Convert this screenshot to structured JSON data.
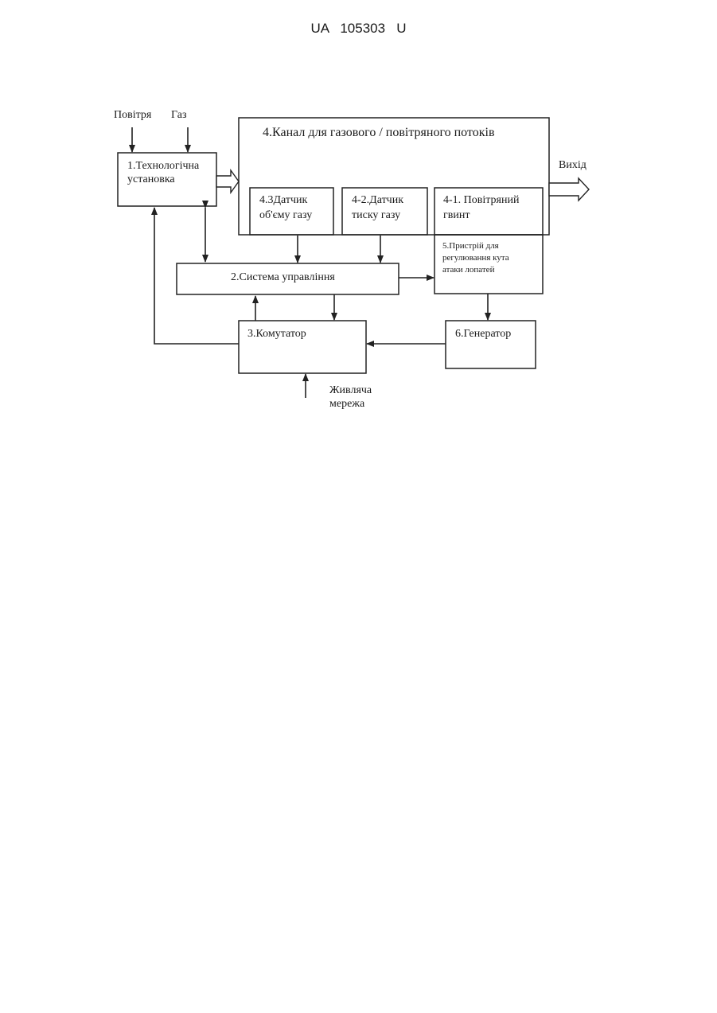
{
  "document": {
    "header": "UA   105303   U"
  },
  "diagram": {
    "inputs": {
      "air": "Повітря",
      "gas": "Газ"
    },
    "output": "Вихід",
    "power_supply": [
      "Живляча",
      "мережа"
    ],
    "blocks": {
      "tech_unit": [
        "1.Технологічна",
        "установка"
      ],
      "channel": "4.Канал для газового / повітряного потоків",
      "volume_sensor": [
        "4.3Датчик",
        "об'єму газу"
      ],
      "pressure_sensor": [
        "4-2.Датчик",
        "тиску газу"
      ],
      "propeller": [
        "4-1. Повітряний",
        "гвинт"
      ],
      "blade_device": [
        "5.Пристрій для",
        "регулювання кута",
        "атаки лопатей"
      ],
      "control_system": "2.Система управління",
      "switch": "3.Комутатор",
      "generator": "6.Генератор"
    }
  }
}
